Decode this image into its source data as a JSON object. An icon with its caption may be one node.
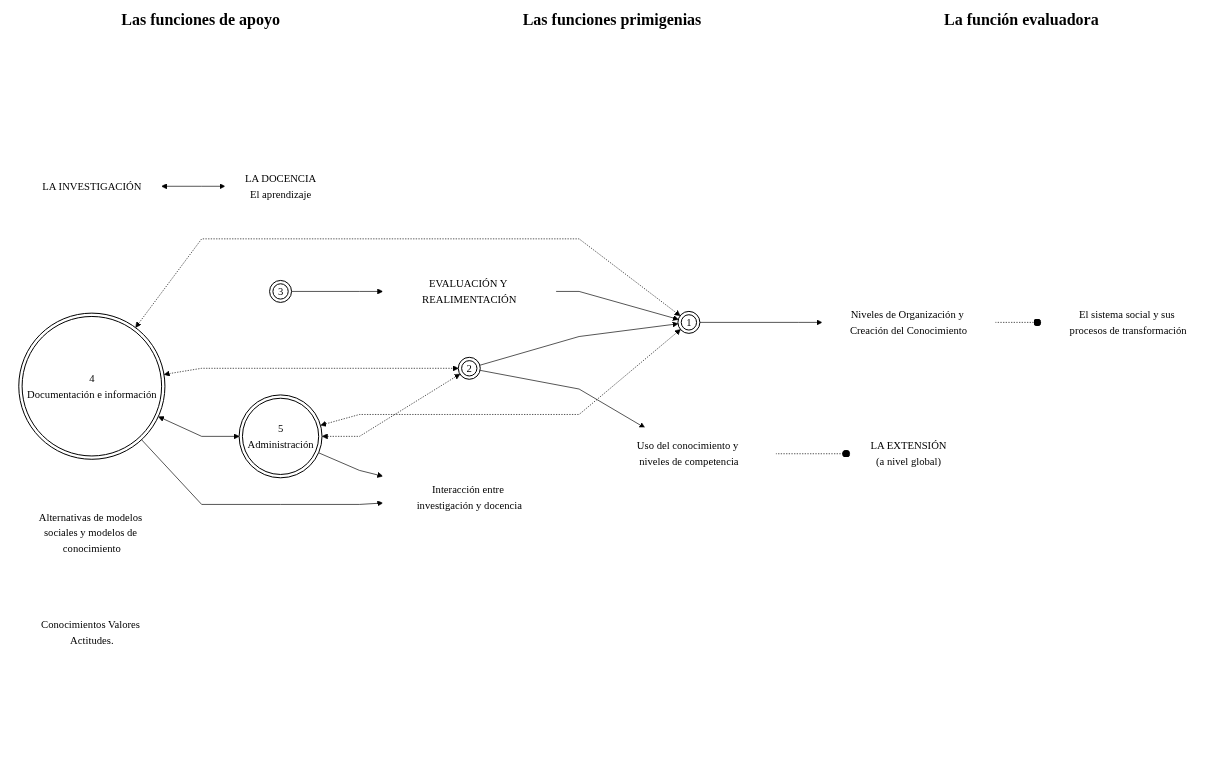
{
  "diagram": {
    "nodes": [
      {
        "text": [
          "LA INVESTIGACIÓN"
        ]
      },
      {
        "text": [
          "1"
        ]
      },
      {
        "text": [
          "4",
          "Documentación e información"
        ]
      },
      {
        "text": [
          "5",
          "Administración"
        ]
      },
      {
        "text": [
          "2"
        ]
      },
      {
        "text": [
          "Niveles de Organización y Creación del Conocimiento"
        ]
      },
      {
        "text": [
          "Interacción entre investigación y docencia"
        ]
      },
      {
        "text": [
          "Alternativas de modelos sociales y modelos de conocimiento"
        ]
      },
      {
        "text": [
          "El sistema social y sus procesos de transformación"
        ]
      },
      {
        "text": [
          "Uso del conocimiento y niveles de competencia"
        ]
      },
      {
        "text": [
          "LA DOCENCIA",
          "El aprendizaje"
        ]
      },
      {
        "text": [
          "Conocimientos Valores Actitudes."
        ]
      },
      {
        "text": [
          "LA EXTENSIÓN",
          "(a nivel global)"
        ]
      },
      {
        "text": [
          "3"
        ]
      },
      {
        "text": [
          "EVALUACIÓN Y REALIMENTACIÓN"
        ]
      }
    ],
    "edges": [
      {
        "from": 4,
        "to": 1,
        "arrow": "to"
      },
      {
        "from": 14,
        "to": 1,
        "arrow": "to"
      },
      {
        "from": 2,
        "to": 1,
        "arrow": "both",
        "style": "dashed"
      },
      {
        "from": 3,
        "to": 1,
        "arrow": "both",
        "style": "dashed"
      },
      {
        "from": 2,
        "to": 4,
        "arrow": "both",
        "style": "dashed"
      },
      {
        "from": 3,
        "to": 4,
        "arrow": "both",
        "style": "dashed"
      },
      {
        "from": 2,
        "to": 3,
        "arrow": "both"
      },
      {
        "from": 1,
        "to": 5,
        "arrow": "to"
      },
      {
        "from": 2,
        "to": 6,
        "arrow": "to"
      },
      {
        "from": 3,
        "to": 6,
        "arrow": "to"
      },
      {
        "from": 4,
        "to": 9,
        "arrow": "to"
      },
      {
        "from": 0,
        "to": 10,
        "arrow": "both"
      },
      {
        "from": 5,
        "to": 8,
        "arrow": "other",
        "style": "dashed"
      },
      {
        "from": 9,
        "to": 12,
        "arrow": "other",
        "style": "dashed"
      },
      {
        "from": 13,
        "to": 14,
        "arrow": "to"
      }
    ],
    "labels": [
      "Las funciones de apoyo",
      "Las funciones primigenias",
      "La función evaluadora"
    ]
  }
}
